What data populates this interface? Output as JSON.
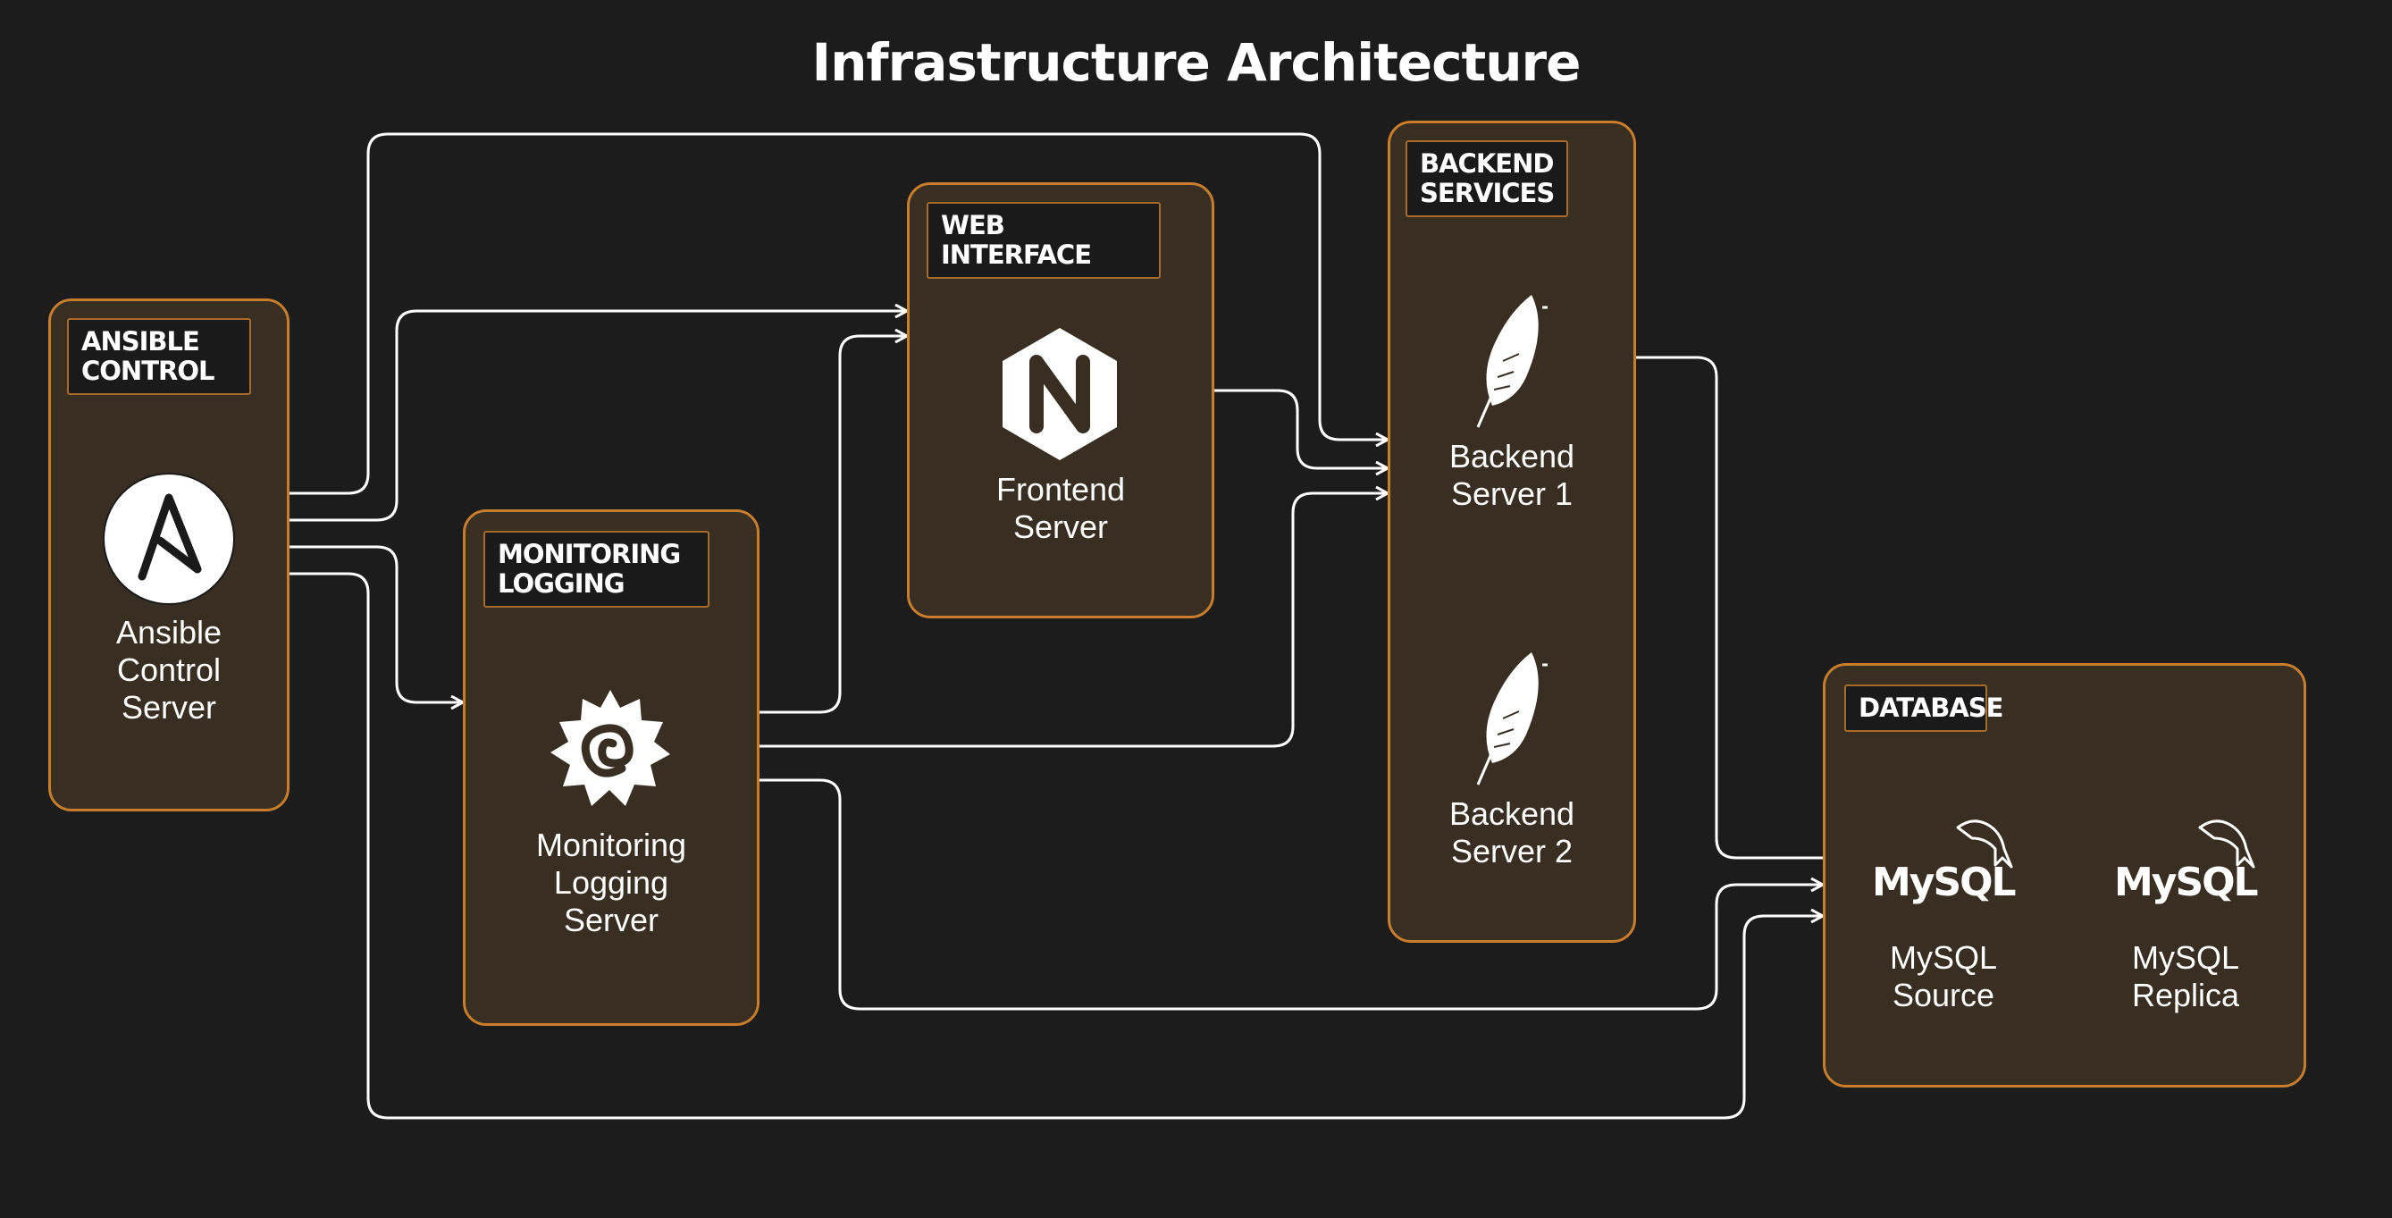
{
  "title": "Infrastructure Architecture",
  "groups": {
    "ansible": "ANSIBLE\nCONTROL",
    "monitoring": "MONITORING\nLOGGING",
    "web": "WEB INTERFACE",
    "backend": "BACKEND\nSERVICES",
    "database": "DATABASE"
  },
  "nodes": {
    "ansible": "Ansible\nControl\nServer",
    "monitoring": "Monitoring\nLogging\nServer",
    "frontend": "Frontend\nServer",
    "backend1": "Backend\nServer 1",
    "backend2": "Backend\nServer 2",
    "mysql_source": "MySQL\nSource",
    "mysql_replica": "MySQL\nReplica"
  },
  "logos": {
    "mysql_source": "MySQL",
    "mysql_replica": "MySQL"
  },
  "icons": {
    "ansible": "ansible-logo",
    "monitoring": "grafana-logo",
    "frontend": "nginx-logo",
    "backend": "apache-feather",
    "database": "mysql-dolphin"
  },
  "colors": {
    "background": "#1c1c1c",
    "group_fill": "#382e21",
    "group_border": "#c77d2c",
    "edge": "#ffffff"
  }
}
